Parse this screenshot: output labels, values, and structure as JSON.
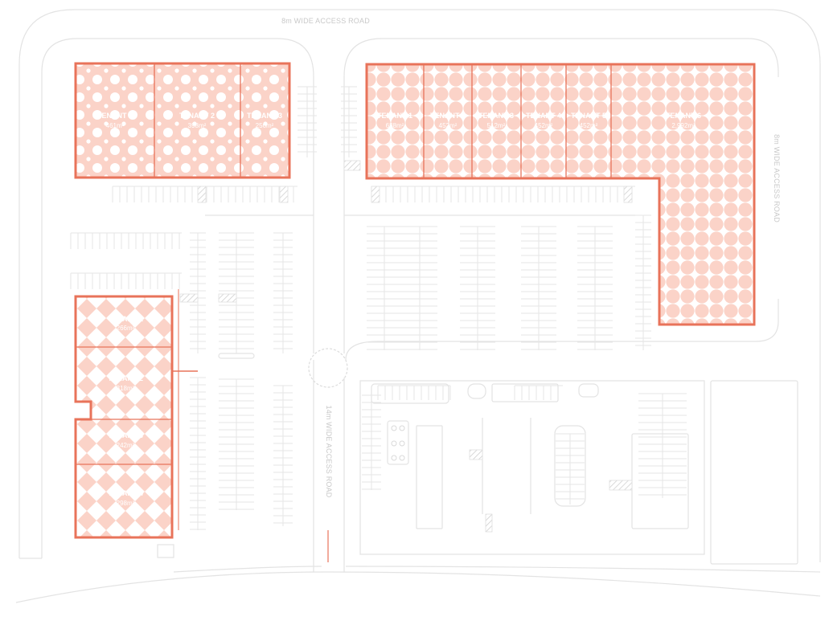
{
  "colors": {
    "building_fill": "#fbd3c8",
    "building_outline": "#e8735a",
    "linework": "#e3e3e3",
    "label_text": "#ffffff",
    "road_label_text": "#c9c9c9"
  },
  "roads": {
    "top": "8m WIDE ACCESS ROAD",
    "right": "8m WIDE ACCESS ROAD",
    "center": "14m WIDE ACCESS ROAD"
  },
  "building_a": {
    "tenants": [
      {
        "name": "TENANT 1",
        "area": "461m²"
      },
      {
        "name": "TENANT 2",
        "area": "398m²"
      },
      {
        "name": "TENANT 3",
        "area": "256m²"
      }
    ]
  },
  "building_b": {
    "tenants": [
      {
        "name": "TENANT 1",
        "area": "688m²"
      },
      {
        "name": "TENANT 2",
        "area": "452m²"
      },
      {
        "name": "TENANT 3",
        "area": "512m²"
      },
      {
        "name": "TENANT 4",
        "area": "452m²"
      },
      {
        "name": "TENANT 5",
        "area": "452m²"
      },
      {
        "name": "TENANT 6",
        "area": "2,992m²"
      }
    ]
  },
  "building_c": {
    "tenants": [
      {
        "name": "TENANT 1",
        "area": "266m²"
      },
      {
        "name": "TENANT 2",
        "area": "318m²"
      },
      {
        "name": "TENANT 3",
        "area": "242m²"
      },
      {
        "name": "TENANT 4",
        "area": "298m²"
      }
    ]
  }
}
